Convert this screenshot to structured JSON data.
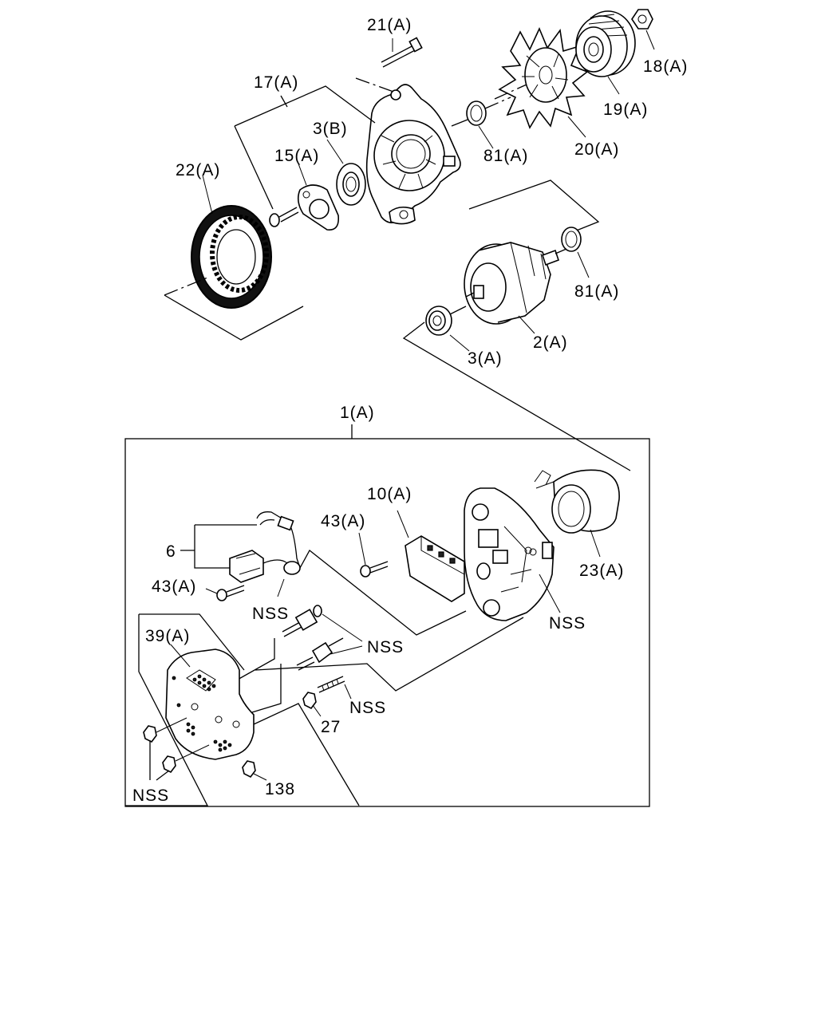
{
  "labels": {
    "p21": "21(A)",
    "p17": "17(A)",
    "p3b": "3(B)",
    "p15": "15(A)",
    "p22": "22(A)",
    "p81a": "81(A)",
    "p20": "20(A)",
    "p19": "19(A)",
    "p18": "18(A)",
    "p81b": "81(A)",
    "p2": "2(A)",
    "p3a": "3(A)",
    "p1": "1(A)",
    "p10": "10(A)",
    "p43a": "43(A)",
    "p43b": "43(A)",
    "p6": "6",
    "p23": "23(A)",
    "nss1": "NSS",
    "nss2": "NSS",
    "nss3": "NSS",
    "nss4": "NSS",
    "nss5": "NSS",
    "p39": "39(A)",
    "p27": "27",
    "p138": "138"
  }
}
